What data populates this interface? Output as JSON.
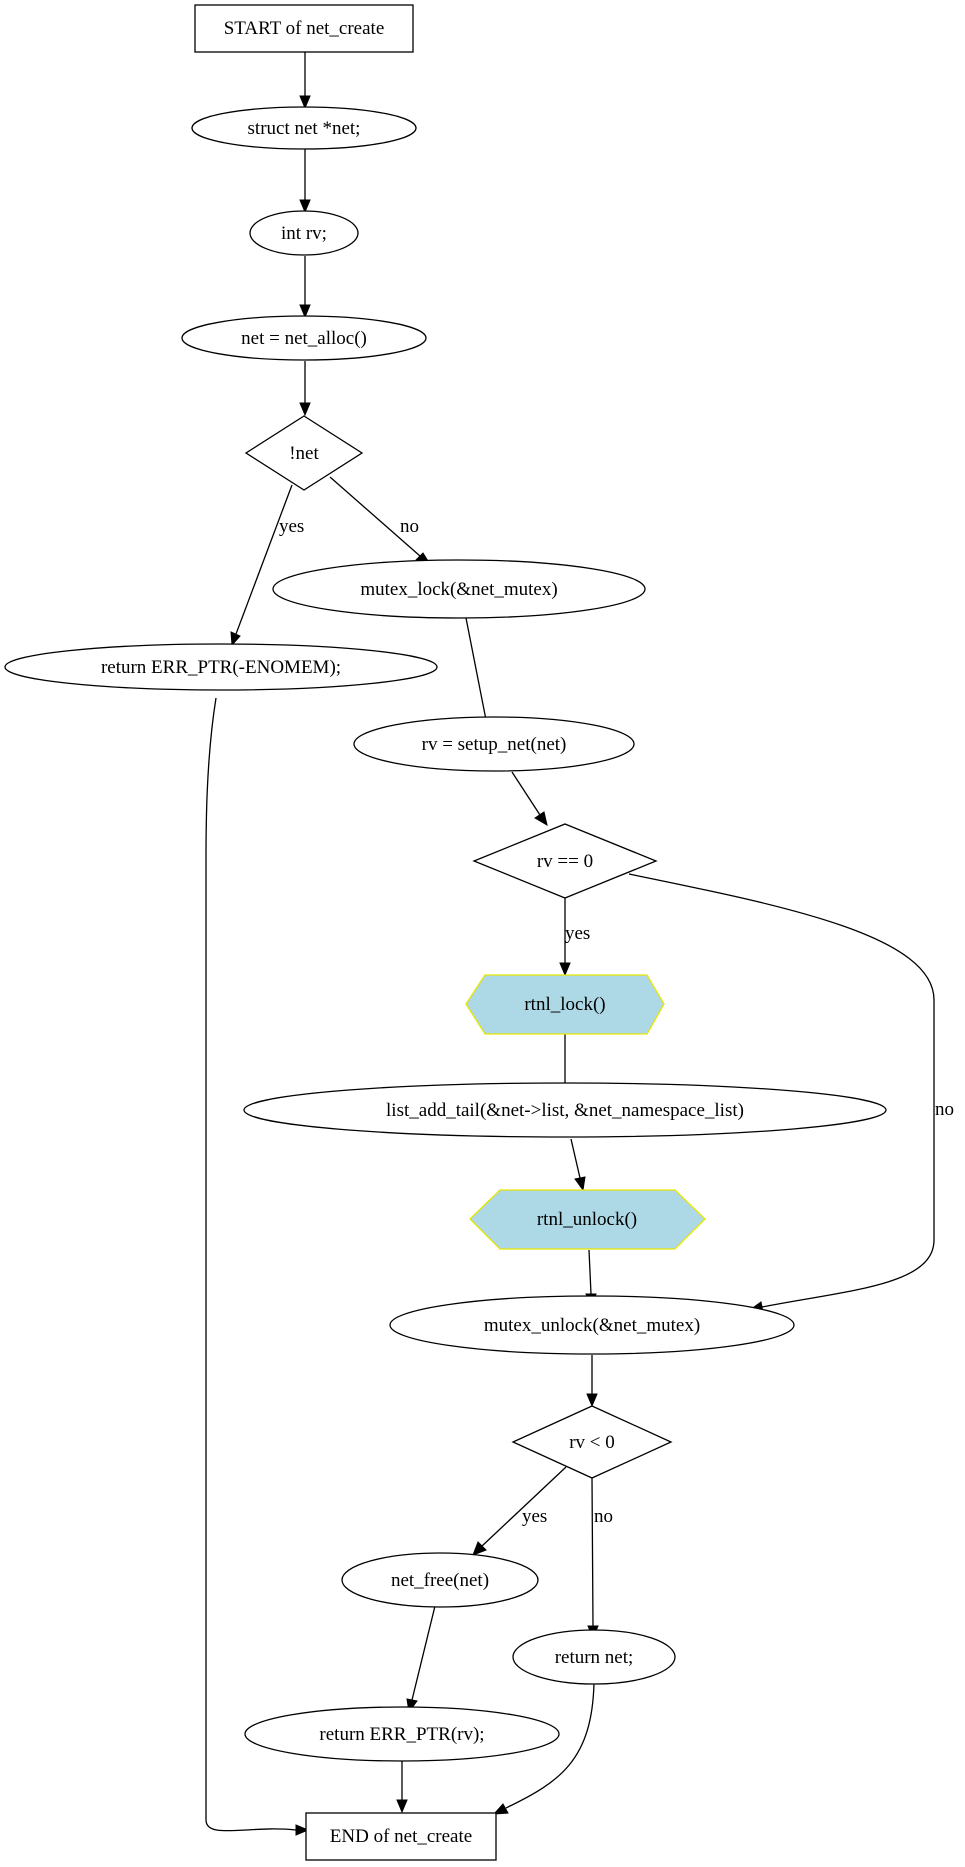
{
  "nodes": {
    "start": "START of net_create",
    "decl_net": "struct net *net;",
    "decl_rv": "int rv;",
    "alloc": "net = net_alloc()",
    "cond_net": "!net",
    "ret_enomem": "return ERR_PTR(-ENOMEM);",
    "mutex_lock": "mutex_lock(&net_mutex)",
    "setup": "rv = setup_net(net)",
    "cond_rv_zero": "rv == 0",
    "rtnl_lock": "rtnl_lock()",
    "list_add": "list_add_tail(&net->list, &net_namespace_list)",
    "rtnl_unlock": "rtnl_unlock()",
    "mutex_unlock": "mutex_unlock(&net_mutex)",
    "cond_rv_neg": "rv < 0",
    "net_free": "net_free(net)",
    "return_net": "return net;",
    "ret_err_rv": "return ERR_PTR(rv);",
    "end": "END of net_create"
  },
  "edge_labels": {
    "net_yes": "yes",
    "net_no": "no",
    "zero_yes": "yes",
    "zero_no": "no",
    "neg_yes": "yes",
    "neg_no": "no"
  },
  "colors": {
    "hexagon_fill": "#add8e6",
    "hexagon_stroke": "#e6e600",
    "line": "#000000"
  }
}
